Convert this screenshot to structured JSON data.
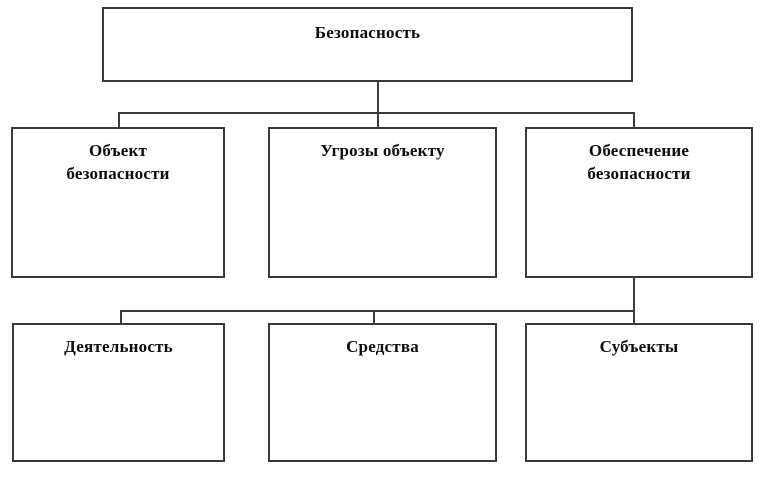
{
  "diagram": {
    "type": "hierarchy-tree",
    "title": "Безопасность",
    "orientation": "top-down",
    "colors": {
      "background": "#ffffff",
      "box_fill": "#ffffff",
      "box_border": "#3a3a3a",
      "connector": "#3a3a3a",
      "text": "#0d0d0d"
    },
    "levels": [
      {
        "level": 1,
        "nodes": [
          {
            "id": "root",
            "label": "Безопасность"
          }
        ]
      },
      {
        "level": 2,
        "nodes": [
          {
            "id": "object",
            "label": "Объект\nбезопасности"
          },
          {
            "id": "threats",
            "label": "Угрозы объекту"
          },
          {
            "id": "provision",
            "label": "Обеспечение\nбезопасности"
          }
        ]
      },
      {
        "level": 3,
        "nodes": [
          {
            "id": "activity",
            "label": "Деятельность"
          },
          {
            "id": "means",
            "label": "Средства"
          },
          {
            "id": "subjects",
            "label": "Субъекты"
          }
        ]
      }
    ],
    "edges": [
      {
        "from": "root",
        "to": "object"
      },
      {
        "from": "root",
        "to": "threats"
      },
      {
        "from": "root",
        "to": "provision"
      },
      {
        "from": "provision",
        "to": "activity"
      },
      {
        "from": "provision",
        "to": "means"
      },
      {
        "from": "provision",
        "to": "subjects"
      }
    ]
  }
}
